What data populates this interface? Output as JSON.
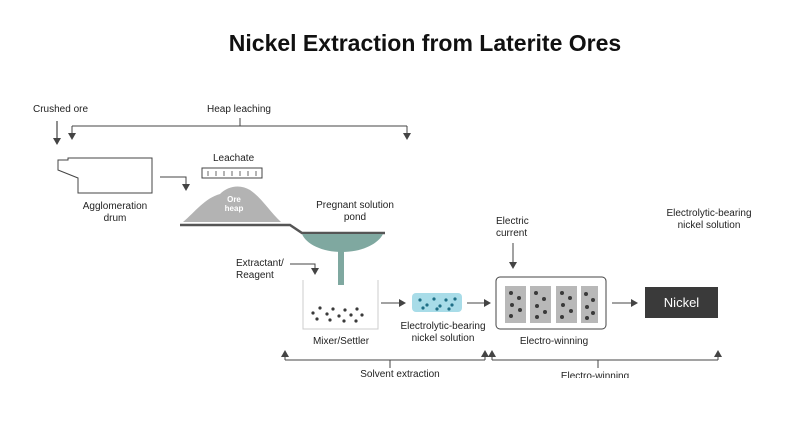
{
  "title": "Nickel Extraction from Laterite Ores",
  "labels": {
    "crushed_ore": "Crushed ore",
    "heap_leaching": "Heap leaching",
    "leachate": "Leachate",
    "ore_heap": "Ore heap",
    "agglomeration_drum": "Agglomeration drum",
    "pregnant_solution_pond": "Pregnant solution pond",
    "extractant_reagent": "Extractant/ Reagent",
    "mixer_settler": "Mixer/Settler",
    "electrolytic_solution_mid": "Electrolytic-bearing nickel solution",
    "electric_current": "Electric current",
    "electro_winning": "Electro-winning",
    "electrolytic_solution_right": "Electrolytic-bearing nickel solution",
    "nickel": "Nickel",
    "solvent_extraction": "Solvent extraction",
    "electro_winning_stage": "Electro-winning"
  },
  "colors": {
    "text": "#222222",
    "line": "#444444",
    "heap": "#b3b3b3",
    "pond": "#7fa8a0",
    "solution": "#a8dce8",
    "particle": "#3a3a3a",
    "cell": "#b8b8b8",
    "product": "#3a3a3a"
  }
}
